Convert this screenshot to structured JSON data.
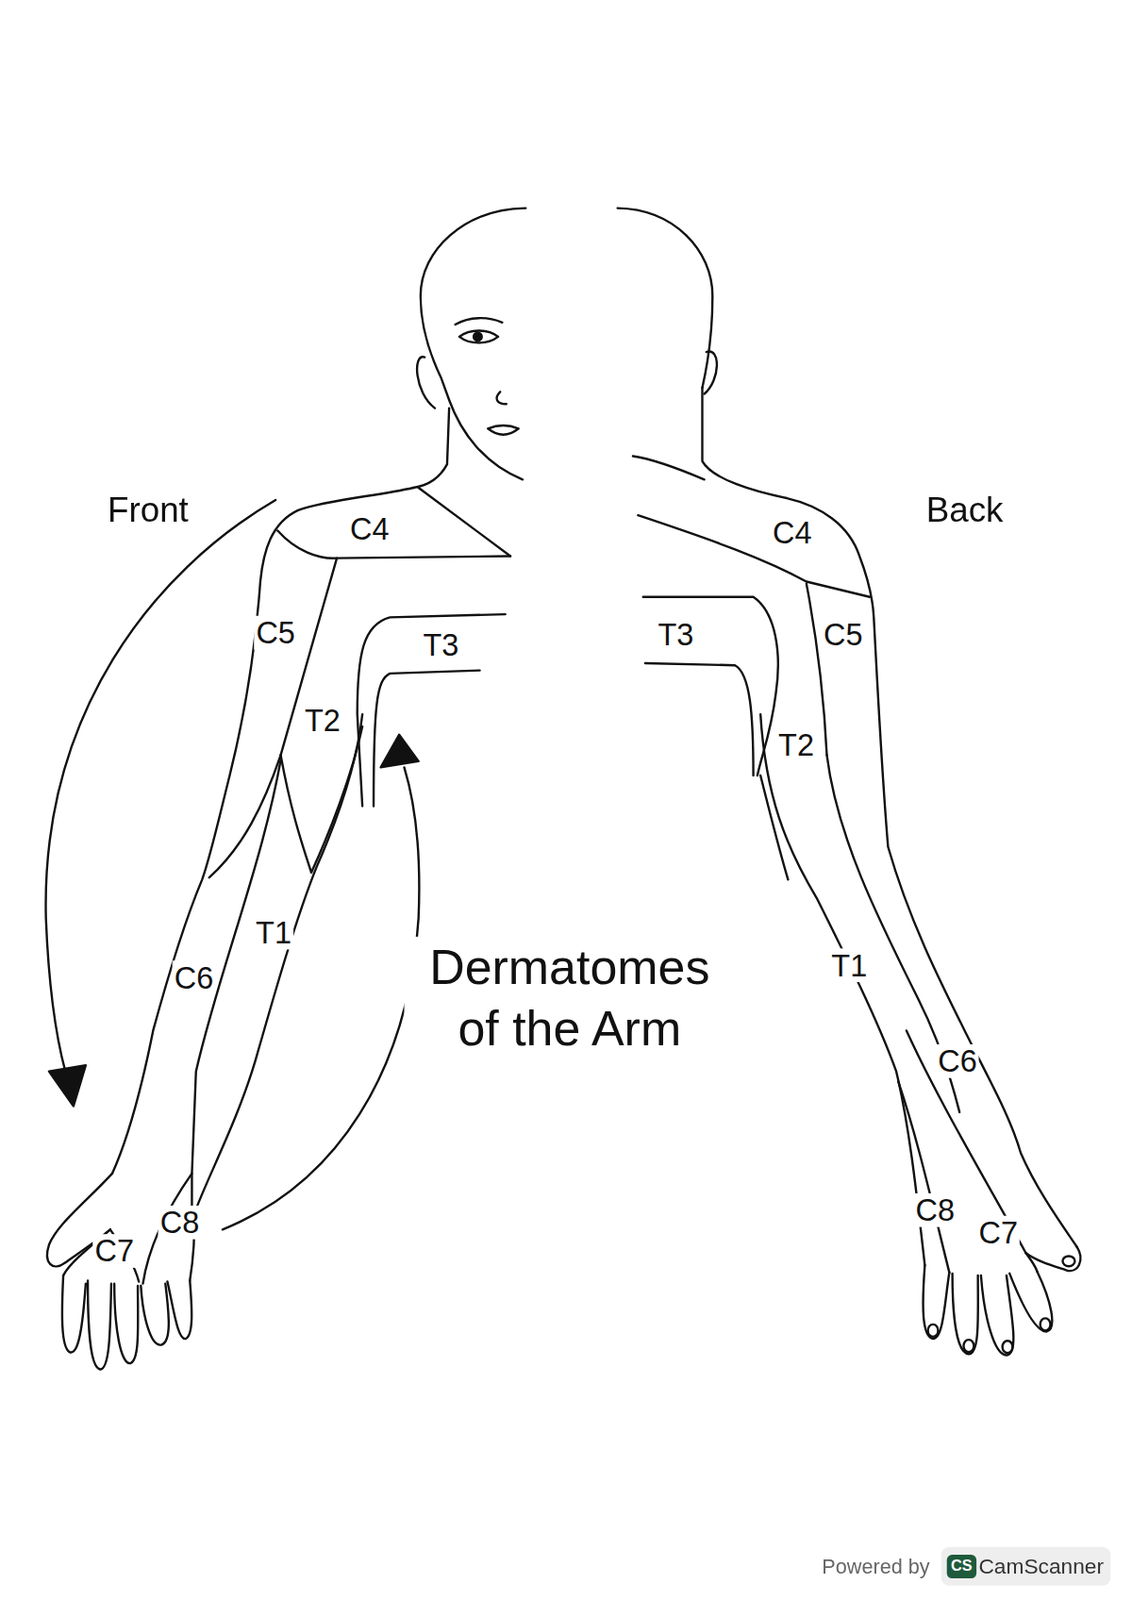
{
  "diagram": {
    "title": "Dermatomes of the Arm",
    "labels": [
      "Front",
      "C4",
      "C5",
      "T3",
      "T2",
      "T1",
      "C6",
      "C8",
      "C7",
      "Back",
      "C4",
      "C5",
      "T3",
      "T2",
      "T1",
      "C6",
      "C8",
      "C7",
      "Powered by",
      "CS",
      "CamScanner"
    ]
  }
}
